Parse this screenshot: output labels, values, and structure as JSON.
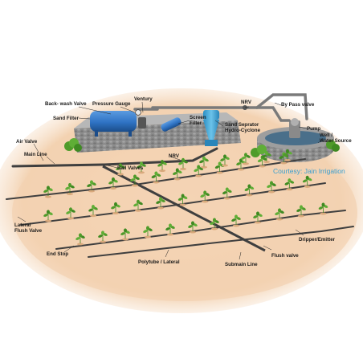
{
  "labels": {
    "backwash_valve": "Back- wash Valve",
    "pressure_gauge": "Pressure Gauge",
    "ventury": "Ventury",
    "sand_filter": "Sand Filter",
    "screen_filter": "Screen Filter",
    "sand_separator": "Sand Seprator Hydro-Cyclone",
    "nrv_top": "NRV",
    "bypass_valve": "By Pass valve",
    "pump": "Pump",
    "well_source": "Well / Water Source",
    "air_valve": "Air Valve",
    "main_line": "Main Line",
    "ball_valves": "Ball Valves",
    "nrv_bottom": "NRV",
    "lateral_flush": "Lateral Flush Valve",
    "end_stop": "End Stop",
    "polytube": "Polytube / Lateral",
    "submain": "Submain Line",
    "flush_valve": "Flush valve",
    "dripper": "Dripper/Emitter"
  },
  "credit": "Courtesy: Jain Irrigation",
  "colors": {
    "soil": "#f3d2b1",
    "pipe": "#3f3f3f",
    "tank": "#2f73c4",
    "cyclone": "#3aa1d6",
    "plant": "#4f9b2a",
    "credit": "#3a9fd0"
  }
}
